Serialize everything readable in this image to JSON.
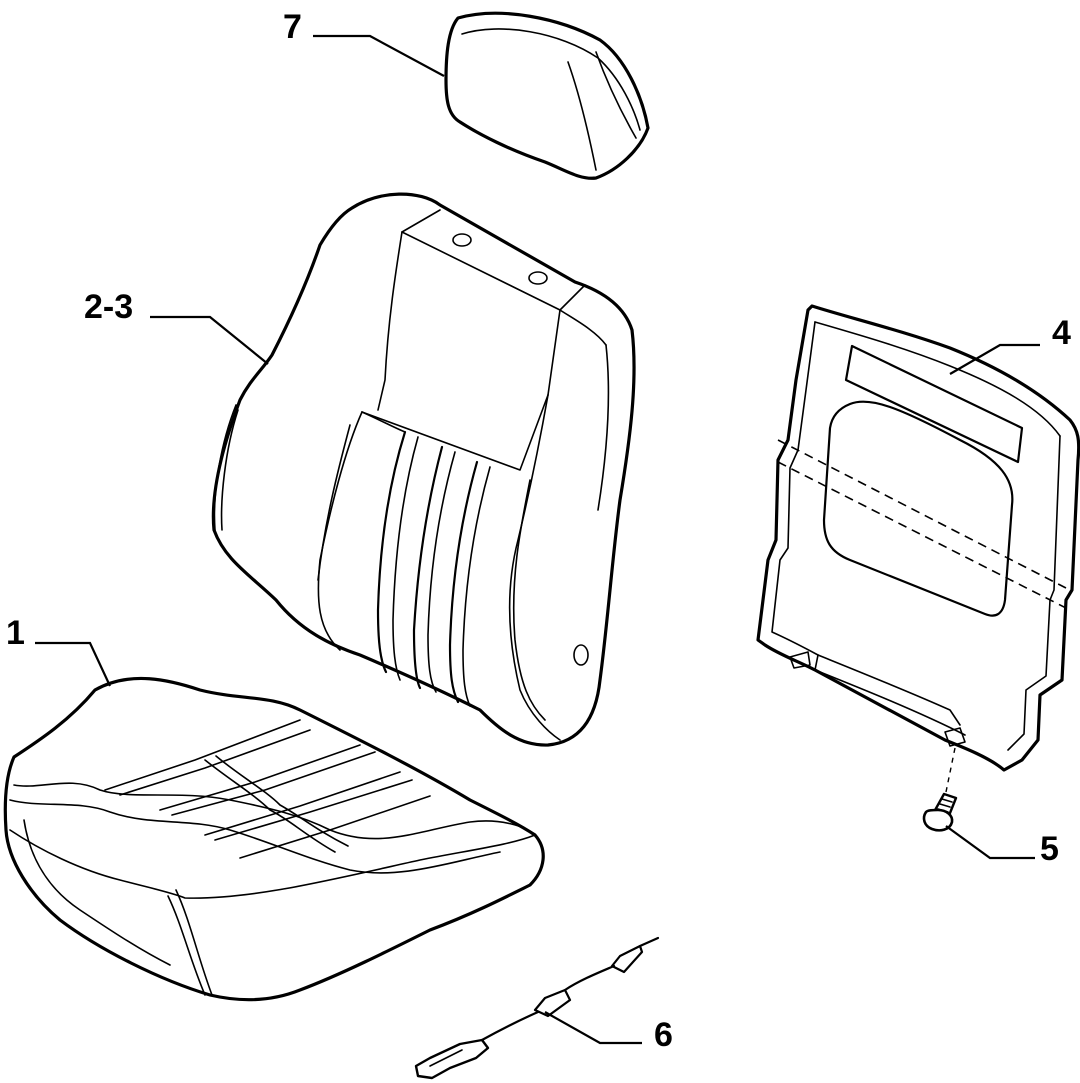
{
  "callouts": {
    "p1": "1",
    "p23": "2-3",
    "p4": "4",
    "p5": "5",
    "p6": "6",
    "p7": "7"
  }
}
